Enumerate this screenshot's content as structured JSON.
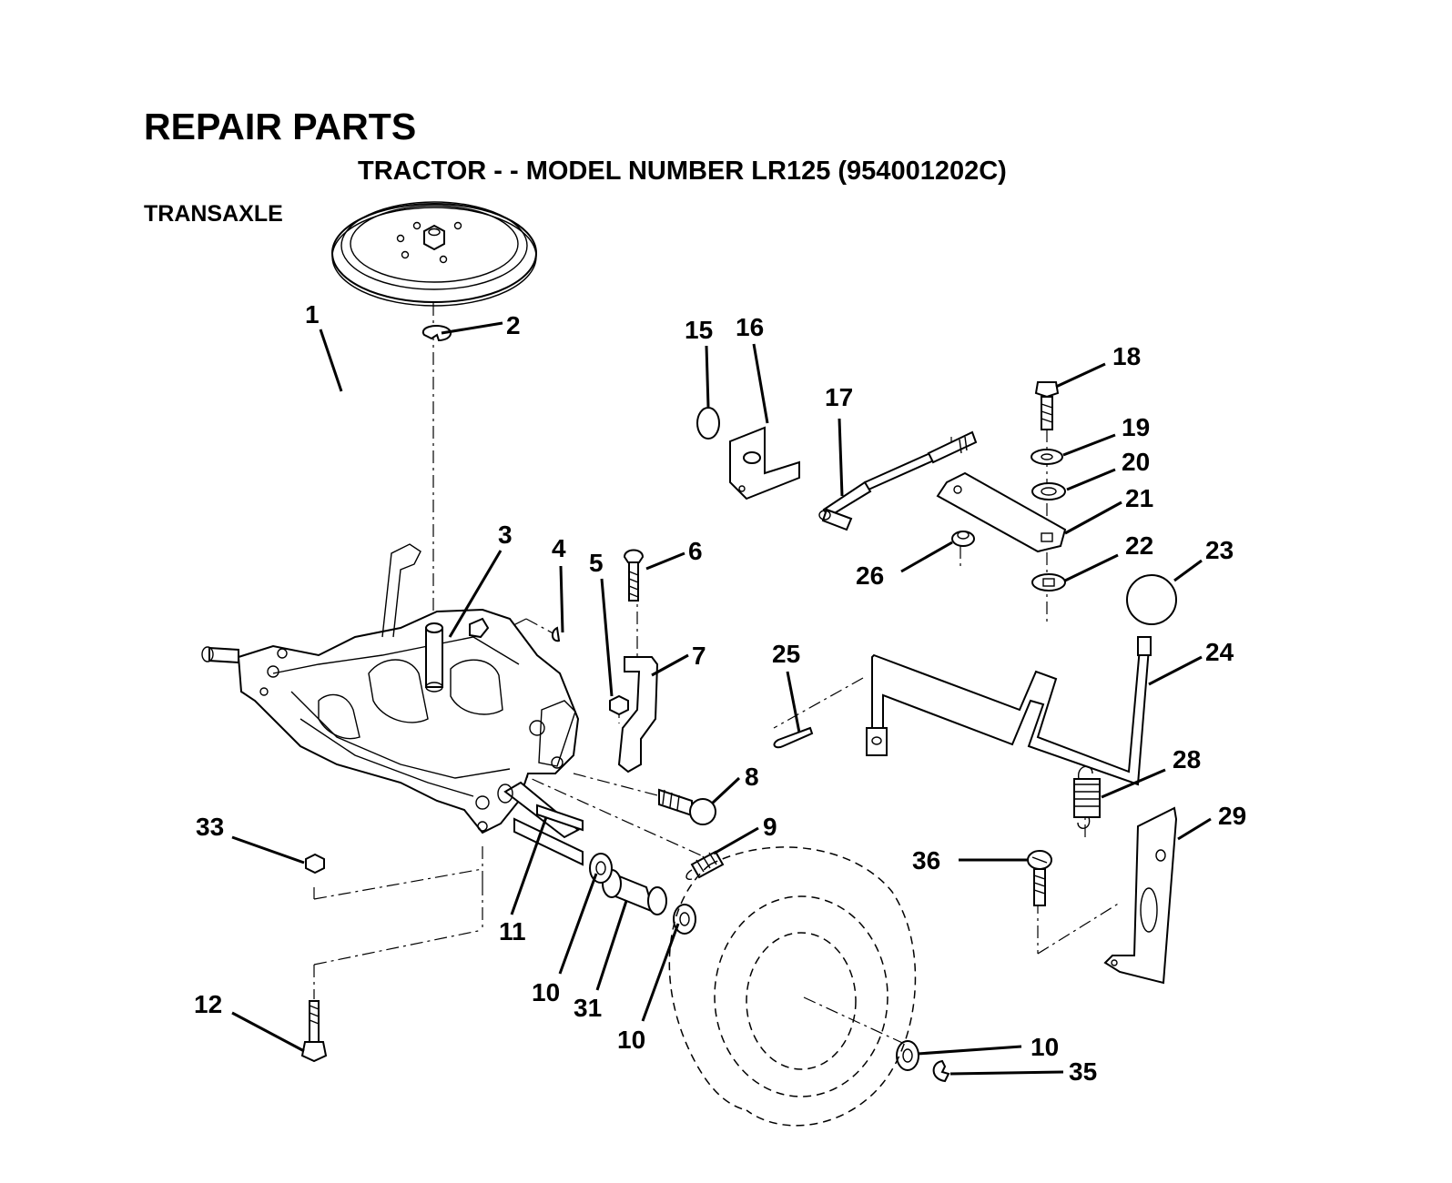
{
  "header": {
    "title": "REPAIR PARTS",
    "subtitle": "TRACTOR - - MODEL NUMBER LR125 (954001202C)",
    "section": "TRANSAXLE"
  },
  "callouts": {
    "c1": "1",
    "c2": "2",
    "c3": "3",
    "c4": "4",
    "c5": "5",
    "c6": "6",
    "c7": "7",
    "c8": "8",
    "c9": "9",
    "c10a": "10",
    "c10b": "10",
    "c10c": "10",
    "c11": "11",
    "c12": "12",
    "c15": "15",
    "c16": "16",
    "c17": "17",
    "c18": "18",
    "c19": "19",
    "c20": "20",
    "c21": "21",
    "c22": "22",
    "c23": "23",
    "c24": "24",
    "c25": "25",
    "c26": "26",
    "c28": "28",
    "c29": "29",
    "c31": "31",
    "c33": "33",
    "c35": "35",
    "c36": "36"
  }
}
